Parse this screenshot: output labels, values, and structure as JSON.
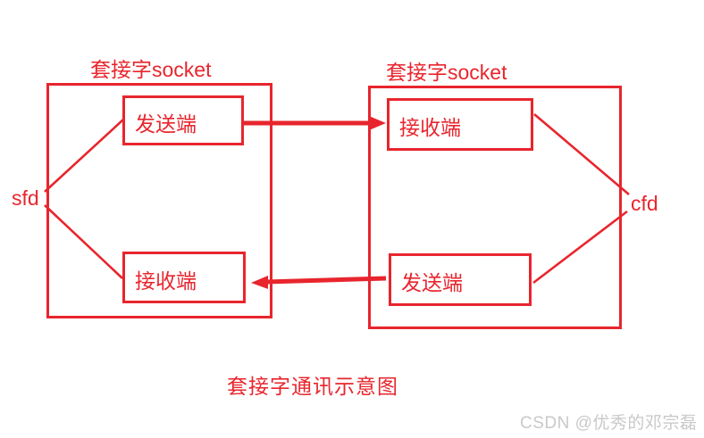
{
  "colors": {
    "accent_red": "#e8252d",
    "watermark_gray": "#c9c9c9",
    "background": "#ffffff"
  },
  "diagram": {
    "caption": "套接字通讯示意图",
    "left_socket": {
      "title": "套接字socket",
      "fd_label": "sfd",
      "sender_label": "发送端",
      "receiver_label": "接收端"
    },
    "right_socket": {
      "title": "套接字socket",
      "fd_label": "cfd",
      "receiver_label": "接收端",
      "sender_label": "发送端"
    },
    "arrows": [
      {
        "name": "left-sender-to-right-receiver",
        "direction": "right"
      },
      {
        "name": "right-sender-to-left-receiver",
        "direction": "left"
      }
    ]
  },
  "watermark": {
    "text": "CSDN @优秀的邓宗磊"
  }
}
